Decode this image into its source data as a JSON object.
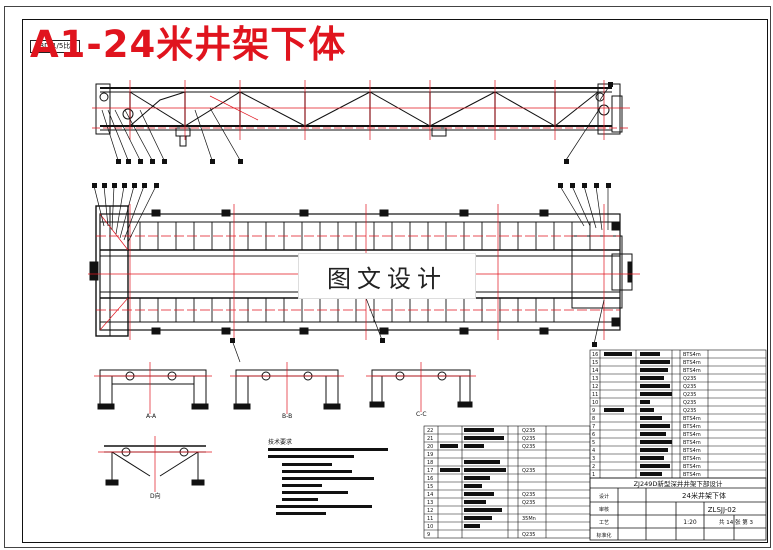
{
  "title": "A1-24米井架下体",
  "watermark": "图文设计",
  "corner_tag": "3D-1/5比",
  "section_labels": [
    "A-A",
    "B-B",
    "C-C",
    "D向"
  ],
  "title_block": {
    "project": "ZJ249D新型深井井架下部设计",
    "part_name": "24米井架下体",
    "drawing_no": "ZLSJJ-02",
    "scale": "1:20",
    "sheet_info": "共 14 张 第 3",
    "row_labels": [
      "设计",
      "审核",
      "工艺",
      "标准化"
    ]
  },
  "parts_list_left": {
    "row_numbers": [
      "22",
      "21",
      "20",
      "19",
      "18",
      "17",
      "16",
      "15",
      "14",
      "13",
      "12",
      "11",
      "10",
      "9"
    ],
    "materials": [
      "Q235",
      "Q235",
      "Q235",
      "",
      "",
      "Q235",
      "",
      "",
      "Q235",
      "Q235",
      "",
      "35Mn",
      "",
      "Q235"
    ]
  },
  "parts_list_right": {
    "row_numbers": [
      "16",
      "15",
      "14",
      "13",
      "12",
      "11",
      "10",
      "9",
      "8",
      "7",
      "6",
      "5",
      "4",
      "3",
      "2",
      "1"
    ],
    "materials": [
      "BTS4m",
      "BTS4m",
      "BTS4m",
      "Q235",
      "Q235",
      "Q235",
      "Q235",
      "Q235",
      "BTS4m",
      "BTS4m",
      "BTS4m",
      "BTS4m",
      "BTS4m",
      "BTS4m",
      "BTS4m",
      "BTS4m"
    ]
  },
  "notes_heading": "技术要求"
}
